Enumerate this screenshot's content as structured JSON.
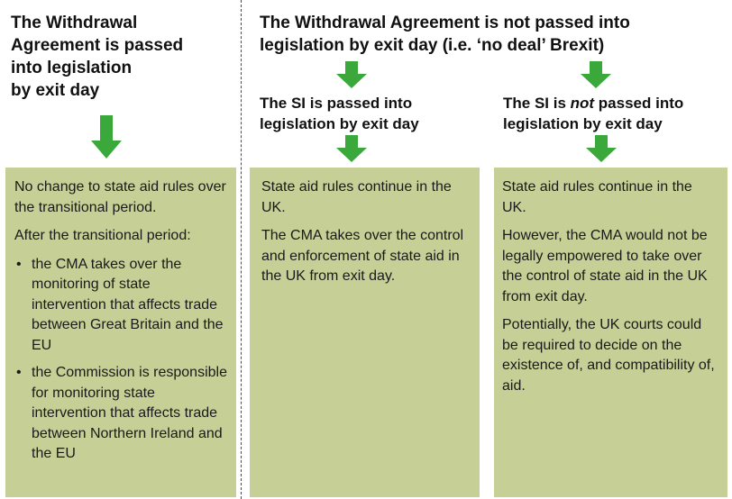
{
  "colors": {
    "arrow": "#3aa83a",
    "box": "#c5cf96",
    "divider": "#2f4a8a"
  },
  "left": {
    "heading_lines": [
      "The Withdrawal",
      "Agreement is passed",
      "into legislation",
      "by exit day"
    ],
    "box": {
      "p1": "No change to state aid rules over the transitional period.",
      "p2": "After the transitional  period:",
      "bullets": [
        "the CMA takes over the monitoring of state intervention that affects trade between Great Britain and the EU",
        "the Commission is responsible for monitoring state intervention that affects trade between Northern Ireland and the EU"
      ]
    }
  },
  "right": {
    "heading_lines": [
      "The Withdrawal Agreement is not passed into",
      "legislation  by exit day (i.e. ‘no deal’ Brexit)"
    ],
    "middle": {
      "subhead_lines": [
        "The SI is passed into",
        "legislation by exit day"
      ],
      "box": {
        "p1": "State aid rules continue in the UK.",
        "p2": "The CMA takes over the control and enforcement of state aid in the UK from exit day."
      }
    },
    "far": {
      "subhead_pre": "The SI is ",
      "subhead_em": "not",
      "subhead_post": " passed into",
      "subhead_line2": "legislation by exit day",
      "box": {
        "p1": "State aid rules continue in the UK.",
        "p2": "However, the CMA would not be legally empowered to take over the control of state aid in the UK from exit day.",
        "p3": "Potentially, the UK courts could be required to decide on the existence of, and compatibility of, aid."
      }
    }
  }
}
